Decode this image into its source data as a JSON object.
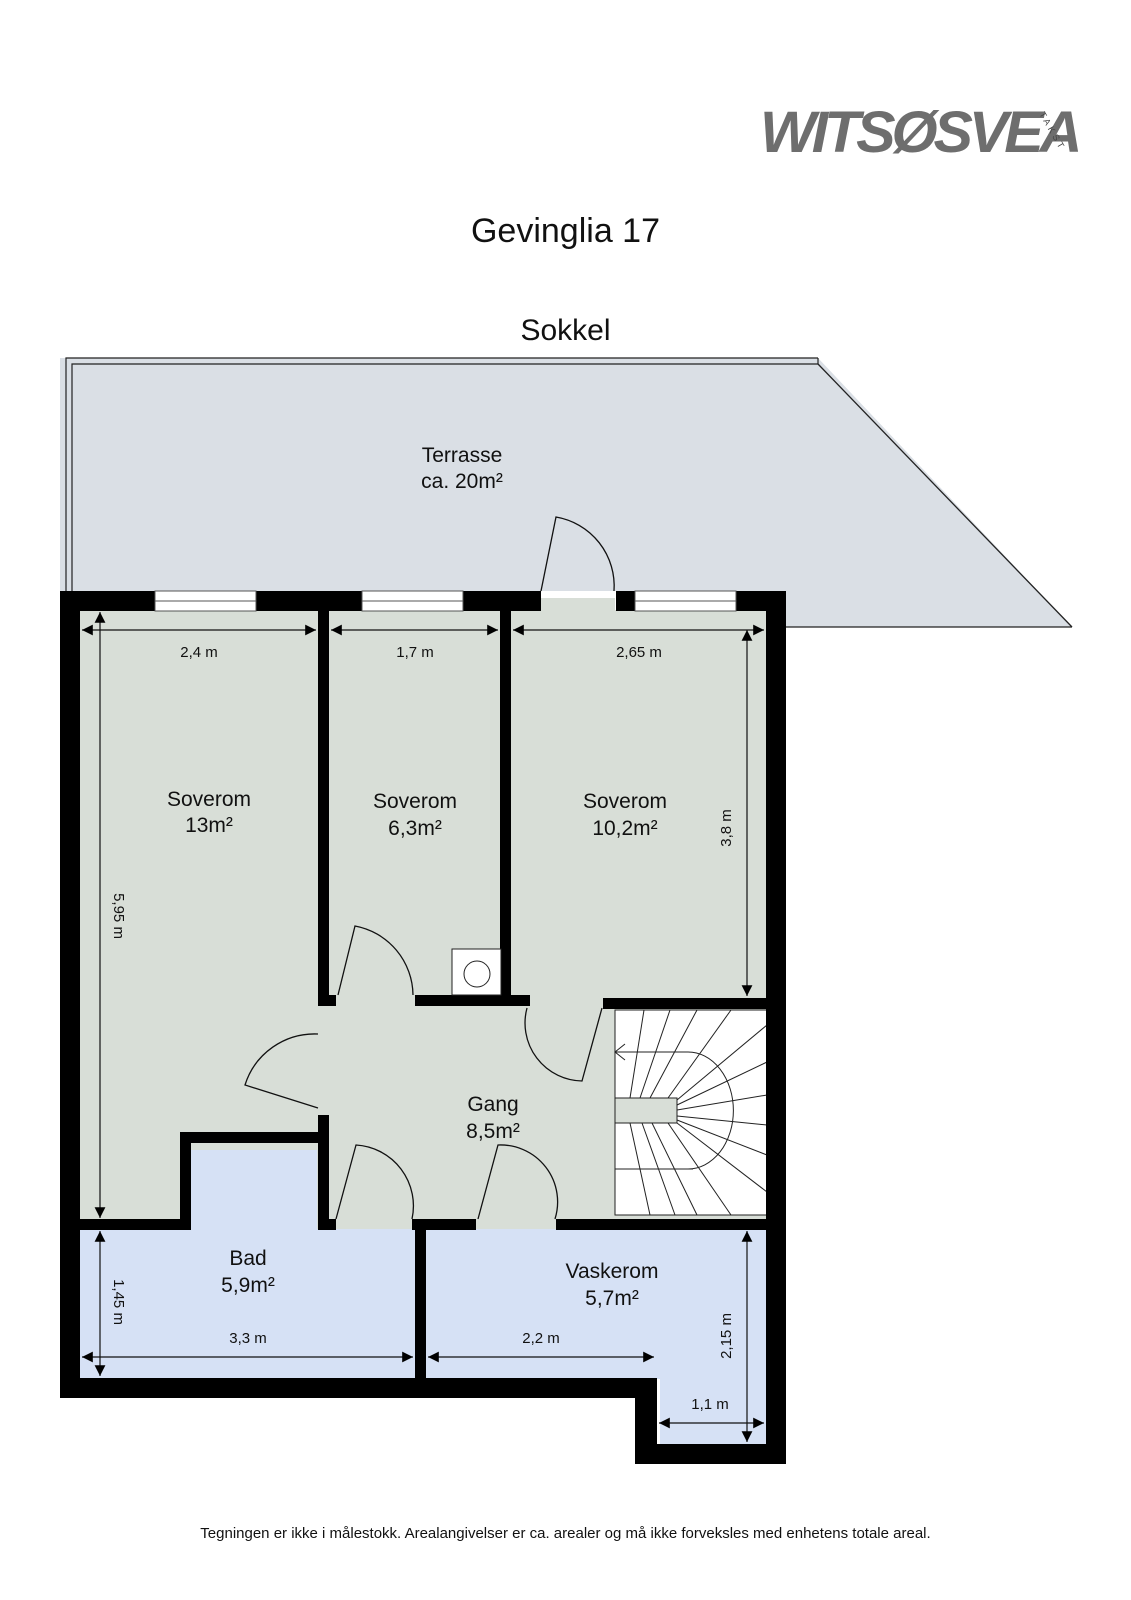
{
  "logo": {
    "text": "WITSØSVEA",
    "subtext": "TAKST"
  },
  "header": {
    "title": "Gevinglia 17",
    "floor": "Sokkel"
  },
  "rooms": [
    {
      "id": "terrasse",
      "name": "Terrasse",
      "area": "ca. 20m²"
    },
    {
      "id": "soverom-1",
      "name": "Soverom",
      "area": "13m²"
    },
    {
      "id": "soverom-2",
      "name": "Soverom",
      "area": "6,3m²"
    },
    {
      "id": "soverom-3",
      "name": "Soverom",
      "area": "10,2m²"
    },
    {
      "id": "gang",
      "name": "Gang",
      "area": "8,5m²"
    },
    {
      "id": "bad",
      "name": "Bad",
      "area": "5,9m²"
    },
    {
      "id": "vaskerom",
      "name": "Vaskerom",
      "area": "5,7m²"
    }
  ],
  "dimensions": {
    "soverom1_width": "2,4 m",
    "soverom2_width": "1,7 m",
    "soverom3_width": "2,65 m",
    "soverom3_depth": "3,8 m",
    "soverom1_depth": "5,95 m",
    "bad_depth": "1,45 m",
    "bad_width": "3,3 m",
    "vaskerom_width": "2,2 m",
    "vaskerom_depth": "2,15 m",
    "vaskerom_nook": "1,1 m"
  },
  "colors": {
    "terrace_fill": "#dadfe5",
    "bedroom_fill": "#d8ded7",
    "wet_room_fill": "#d6e1f5",
    "wall": "#000000"
  },
  "footer": {
    "disclaimer": "Tegningen er ikke i målestokk. Arealangivelser er ca. arealer og må ikke forveksles med enhetens totale areal."
  }
}
